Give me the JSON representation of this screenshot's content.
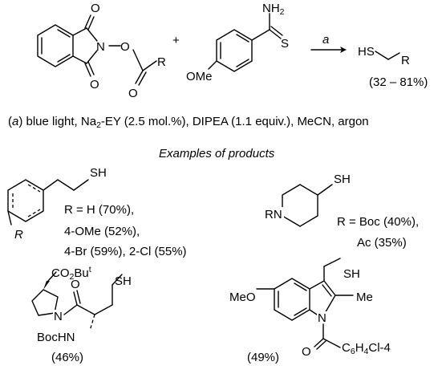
{
  "reaction": {
    "reactant1": {
      "o_top": "O",
      "n": "N",
      "o_link": "O",
      "o_bottom": "O",
      "o_carbonyl": "O",
      "r": "R"
    },
    "plus": "+",
    "reactant2": {
      "nh": "NH",
      "nh_sub": "2",
      "s": "S",
      "ome": "OMe"
    },
    "arrow_label": "a",
    "product": {
      "hs": "HS",
      "r": "R",
      "yield": "(32 – 81%)"
    }
  },
  "conditions": {
    "open": "(",
    "letter": "a",
    "text_before_sub": ") blue light, Na",
    "sub": "2",
    "text_after_sub": "-EY (2.5 mol.%), DIPEA (1.1 equiv.), MeCN, argon"
  },
  "examples_heading": "Examples of products",
  "products": [
    {
      "sh": "SH",
      "r": "R",
      "lines": [
        "R = H (70%),",
        "4-OMe (52%),",
        "4-Br (59%), 2-Cl (55%)"
      ]
    },
    {
      "sh": "SH",
      "rn": "RN",
      "lines": [
        "R = Boc (40%),",
        "Ac (35%)"
      ]
    },
    {
      "co2bu": "CO",
      "co2bu_sub": "2",
      "co2bu_rest": "Bu",
      "co2bu_sup": "t",
      "n": "N",
      "o": "O",
      "sh": "SH",
      "bochn": "BocHN",
      "yield": "(46%)"
    },
    {
      "sh": "SH",
      "meo": "MeO",
      "me": "Me",
      "n": "N",
      "o": "O",
      "acyl_c": "C",
      "acyl_c_sub": "6",
      "acyl_h": "H",
      "acyl_h_sub": "4",
      "acyl_rest": "Cl-4",
      "yield": "(49%)"
    }
  ]
}
